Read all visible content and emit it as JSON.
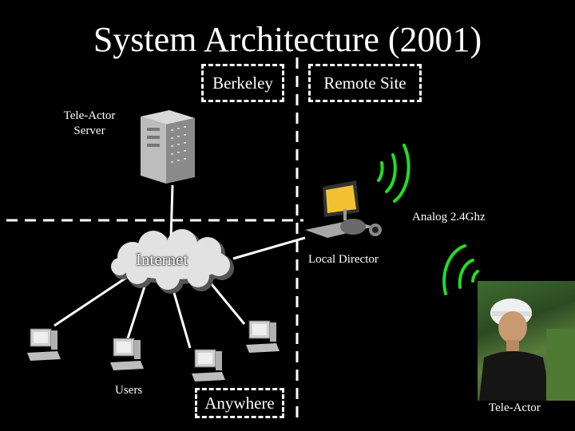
{
  "title": "System Architecture (2001)",
  "regions": {
    "berkeley": "Berkeley",
    "remote_site": "Remote Site",
    "anywhere": "Anywhere"
  },
  "nodes": {
    "server": "Tele-Actor Server",
    "internet": "Internet",
    "local_director": "Local Director",
    "users": "Users",
    "tele_actor": "Tele-Actor"
  },
  "link_labels": {
    "wireless": "Analog 2.4Ghz"
  },
  "colors": {
    "background": "#000000",
    "text": "#ffffff",
    "wireless_waves": "#22dd22"
  }
}
